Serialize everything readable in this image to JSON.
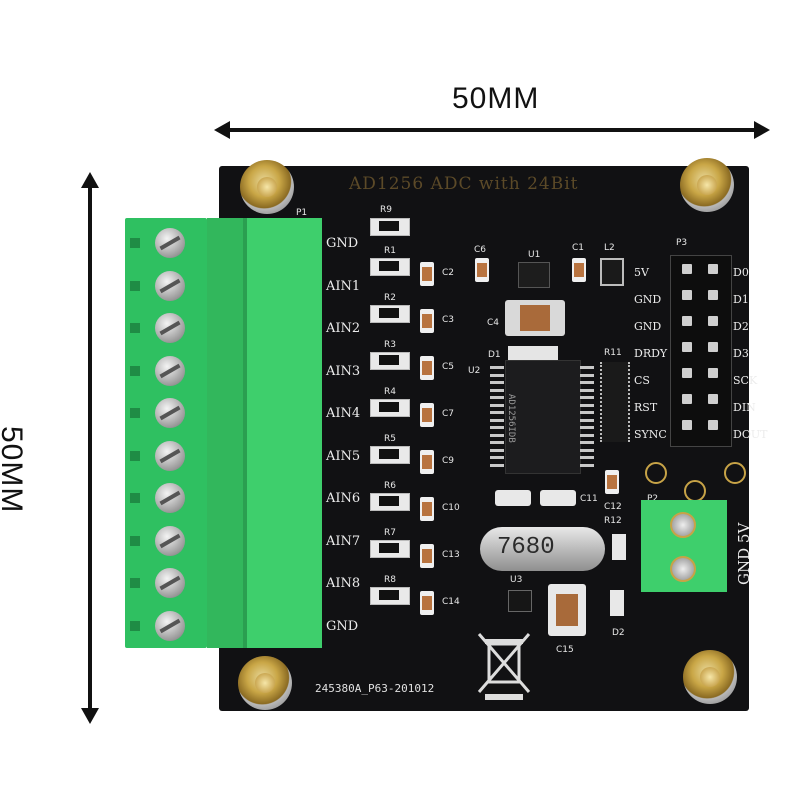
{
  "dimensions": {
    "width_label": "50MM",
    "height_label": "50MM"
  },
  "board": {
    "title": "AD1256 ADC with 24Bit",
    "footer_code": "245380A_P63-201012",
    "chip_marking": "AD1256IDB",
    "crystal_label": "7680",
    "power_label": "GND 5V",
    "left_pins": [
      "GND",
      "AIN1",
      "AIN2",
      "AIN3",
      "AIN4",
      "AIN5",
      "AIN6",
      "AIN7",
      "AIN8",
      "GND"
    ],
    "header_left": [
      "5V",
      "GND",
      "GND",
      "DRDY",
      "CS",
      "RST",
      "SYNC"
    ],
    "header_right": [
      "D0",
      "D1",
      "D2",
      "D3",
      "SCK",
      "DIN",
      "DOUT"
    ],
    "refs": {
      "r9": "R9",
      "p1": "P1",
      "p2": "P2",
      "p3": "P3",
      "u1": "U1",
      "u2": "U2",
      "u3": "U3",
      "c1": "C1",
      "c4": "C4",
      "c5": "C5",
      "c6": "C6",
      "c11": "C11",
      "c12": "C12",
      "c15": "C15",
      "l2": "L2",
      "d1": "D1",
      "d2": "D2",
      "r11": "R11",
      "r12": "R12",
      "resistors": [
        "R1",
        "R2",
        "R3",
        "R4",
        "R5",
        "R6",
        "R7",
        "R8"
      ],
      "caps": [
        "C2",
        "C3",
        "C5",
        "C7",
        "C9",
        "C10",
        "C13",
        "C14"
      ]
    }
  }
}
